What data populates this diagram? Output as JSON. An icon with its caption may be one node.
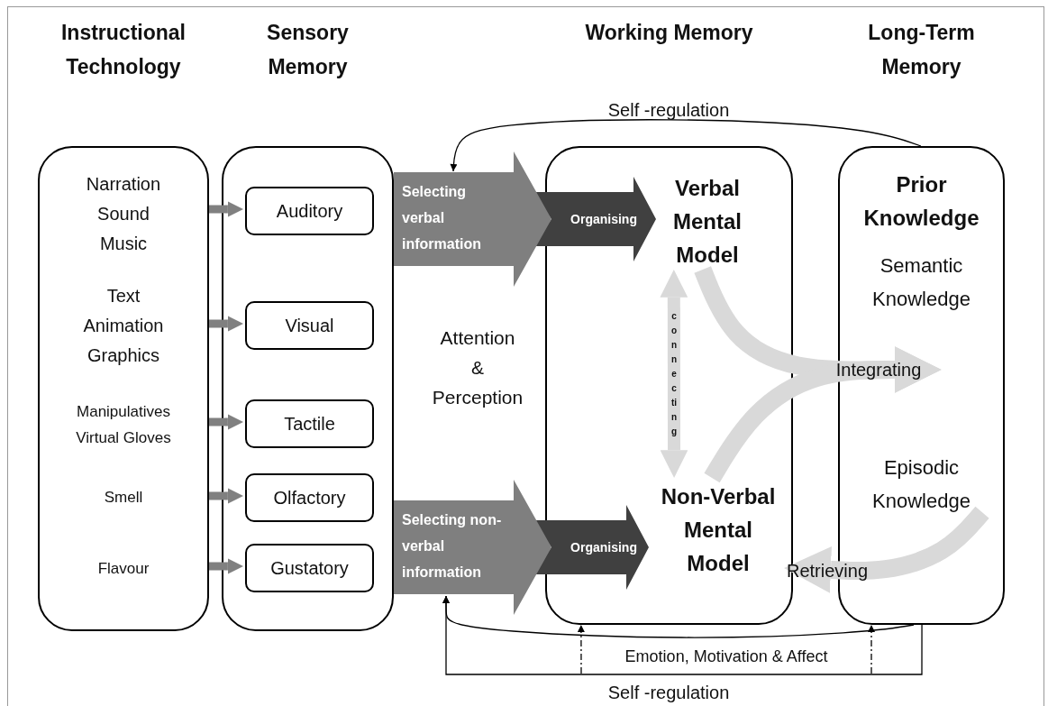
{
  "diagram": {
    "nodes": [
      {
        "text": [
          "Instructional Technology"
        ]
      },
      {
        "text": [
          "Narration Sound Music"
        ],
        "in": 0
      },
      {
        "text": [
          "Text Animation Graphics"
        ],
        "in": 0
      },
      {
        "text": [
          "Manipulatives Virtual Gloves"
        ],
        "in": 0
      },
      {
        "text": [
          "Smell"
        ],
        "in": 0
      },
      {
        "text": [
          "Flavour"
        ],
        "in": 0
      },
      {
        "text": [
          "Sensory Memory"
        ]
      },
      {
        "text": [
          "Auditory"
        ],
        "in": 6
      },
      {
        "text": [
          "Visual"
        ],
        "in": 6
      },
      {
        "text": [
          "Tactile"
        ],
        "in": 6
      },
      {
        "text": [
          "Olfactory"
        ],
        "in": 6
      },
      {
        "text": [
          "Gustatory"
        ],
        "in": 6
      },
      {
        "text": [
          "Working Memory"
        ]
      },
      {
        "text": [
          "Verbal Mental Model"
        ],
        "in": 12
      },
      {
        "text": [
          "Non-Verbal Mental Model"
        ],
        "in": 12
      },
      {
        "text": [
          "Long-Term Memory",
          "Prior Knowledge",
          "Semantic Knowledge",
          "Episodic Knowledge"
        ]
      }
    ],
    "edges": [
      {
        "from": 0,
        "to": 7,
        "arrow": "to",
        "color": "#808080"
      },
      {
        "from": 0,
        "to": 8,
        "arrow": "to",
        "color": "#808080"
      },
      {
        "from": 0,
        "to": 9,
        "arrow": "to",
        "color": "#808080"
      },
      {
        "from": 0,
        "to": 10,
        "arrow": "to",
        "color": "#808080"
      },
      {
        "from": 0,
        "to": 11,
        "arrow": "to",
        "color": "#808080"
      },
      {
        "from": 13,
        "to": 14,
        "arrow": "both",
        "label": "connecting",
        "color": "#d9d9d9"
      },
      {
        "from": 13,
        "to": 15,
        "arrow": "to",
        "label": "Integrating",
        "style": "thick",
        "color": "#d9d9d9"
      },
      {
        "from": 14,
        "to": 15,
        "arrow": "to",
        "style": "thick",
        "color": "#d9d9d9"
      },
      {
        "from": 15,
        "to": 14,
        "arrow": "to",
        "label": "Retrieving",
        "style": "thick",
        "color": "#d9d9d9"
      },
      {
        "from": 6,
        "to": 12,
        "arrow": "to",
        "label": "Selecting verbal information",
        "style": "thick",
        "color": "#7f7f7f"
      },
      {
        "from": null,
        "to": 13,
        "arrow": "to",
        "label": "Organising",
        "style": "thick",
        "color": "#404040"
      },
      {
        "from": 6,
        "to": 12,
        "arrow": "to",
        "label": "Selecting non-verbal information",
        "style": "thick",
        "color": "#7f7f7f"
      },
      {
        "from": null,
        "to": 14,
        "arrow": "to",
        "label": "Organising",
        "style": "thick",
        "color": "#404040"
      },
      {
        "from": 15,
        "to": null,
        "arrow": "to",
        "label": "Self -regulation",
        "color": "#000000"
      },
      {
        "from": 15,
        "to": null,
        "arrow": "to",
        "label": "Self -regulation",
        "color": "#000000"
      },
      {
        "from": 15,
        "to": null,
        "arrow": "to",
        "color": "#000000"
      },
      {
        "from": null,
        "to": 12,
        "arrow": "to",
        "style": "dashed",
        "color": "#000000"
      },
      {
        "from": null,
        "to": 15,
        "arrow": "to",
        "style": "dashed",
        "color": "#000000"
      }
    ],
    "labels": [
      "Attention & Perception",
      "Emotion, Motivation & Affect"
    ]
  }
}
